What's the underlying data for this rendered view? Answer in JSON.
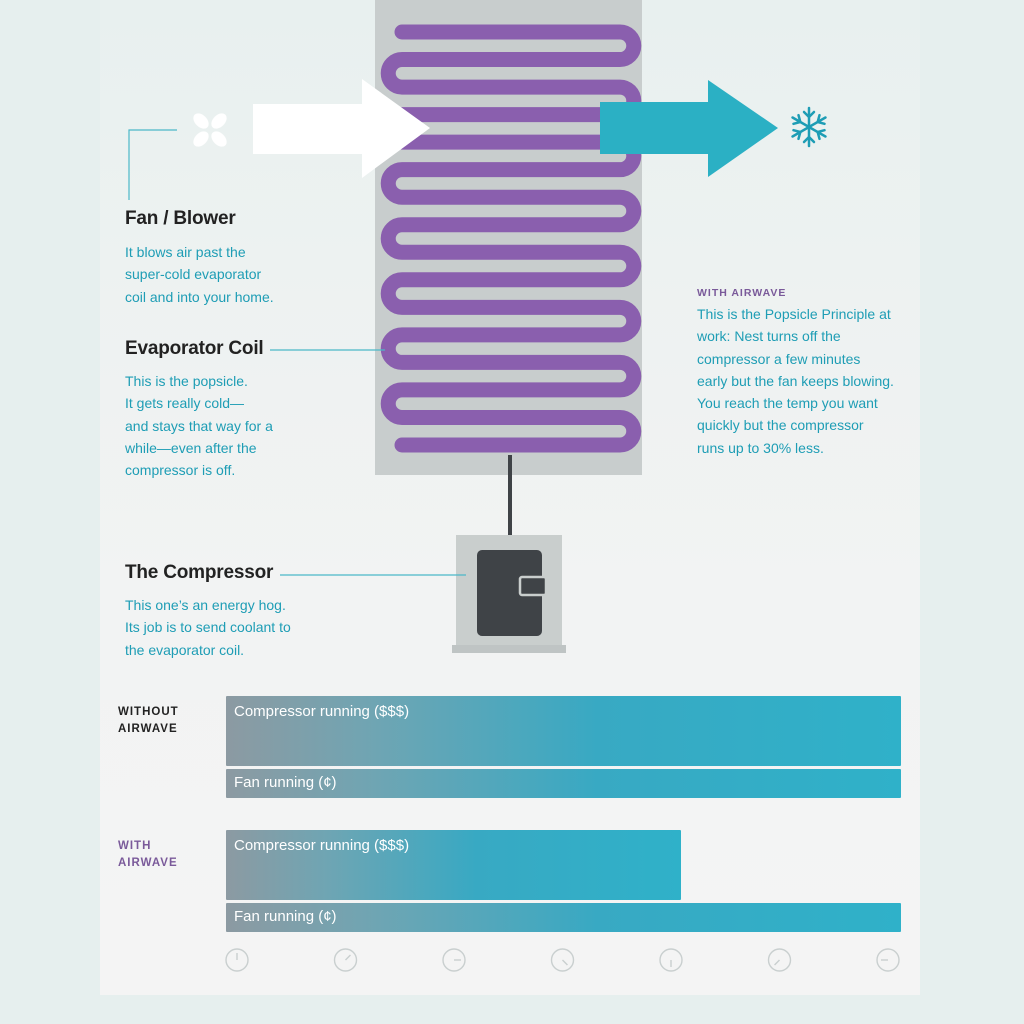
{
  "labels": {
    "fan": {
      "title": "Fan / Blower",
      "lines": [
        "It blows air past the",
        "super-cold evaporator",
        "coil and into your home."
      ]
    },
    "coil": {
      "title": "Evaporator Coil",
      "lines": [
        "This is the popsicle.",
        "It gets really cold—",
        "and stays that way for a",
        "while—even after the",
        "compressor is off."
      ]
    },
    "compressor": {
      "title": "The Compressor",
      "lines": [
        "This one’s an energy hog.",
        "Its job is to send coolant to",
        "the evaporator coil."
      ]
    },
    "airwave": {
      "heading": "WITH AIRWAVE",
      "lines": [
        "This is the Popsicle Principle at",
        "work: Nest turns off the",
        "compressor a few minutes",
        "early but the fan keeps blowing.",
        "You reach the temp you want",
        "quickly but the compressor",
        "runs up to 30% less."
      ]
    }
  },
  "chart": {
    "rows": [
      {
        "label_lines": [
          "WITHOUT",
          "AIRWAVE"
        ],
        "compressor_label": "Compressor running ($$$)",
        "fan_label": "Fan running (¢)",
        "compressor_fraction": 1.0,
        "fan_fraction": 1.0
      },
      {
        "label_lines": [
          "WITH",
          "AIRWAVE"
        ],
        "compressor_label": "Compressor running ($$$)",
        "fan_label": "Fan running (¢)",
        "compressor_fraction": 0.674,
        "fan_fraction": 1.0
      }
    ],
    "clock_count": 7
  },
  "colors": {
    "coil": "#8a5fae",
    "cold_arrow": "#2bb0c4",
    "accent_text": "#1e9db5",
    "purple_label": "#7a5a9a",
    "unit_box": "#c8cdcd",
    "compressor_body": "#3f4347"
  },
  "icons": [
    "fan-icon",
    "snowflake-icon",
    "clock-icon"
  ]
}
